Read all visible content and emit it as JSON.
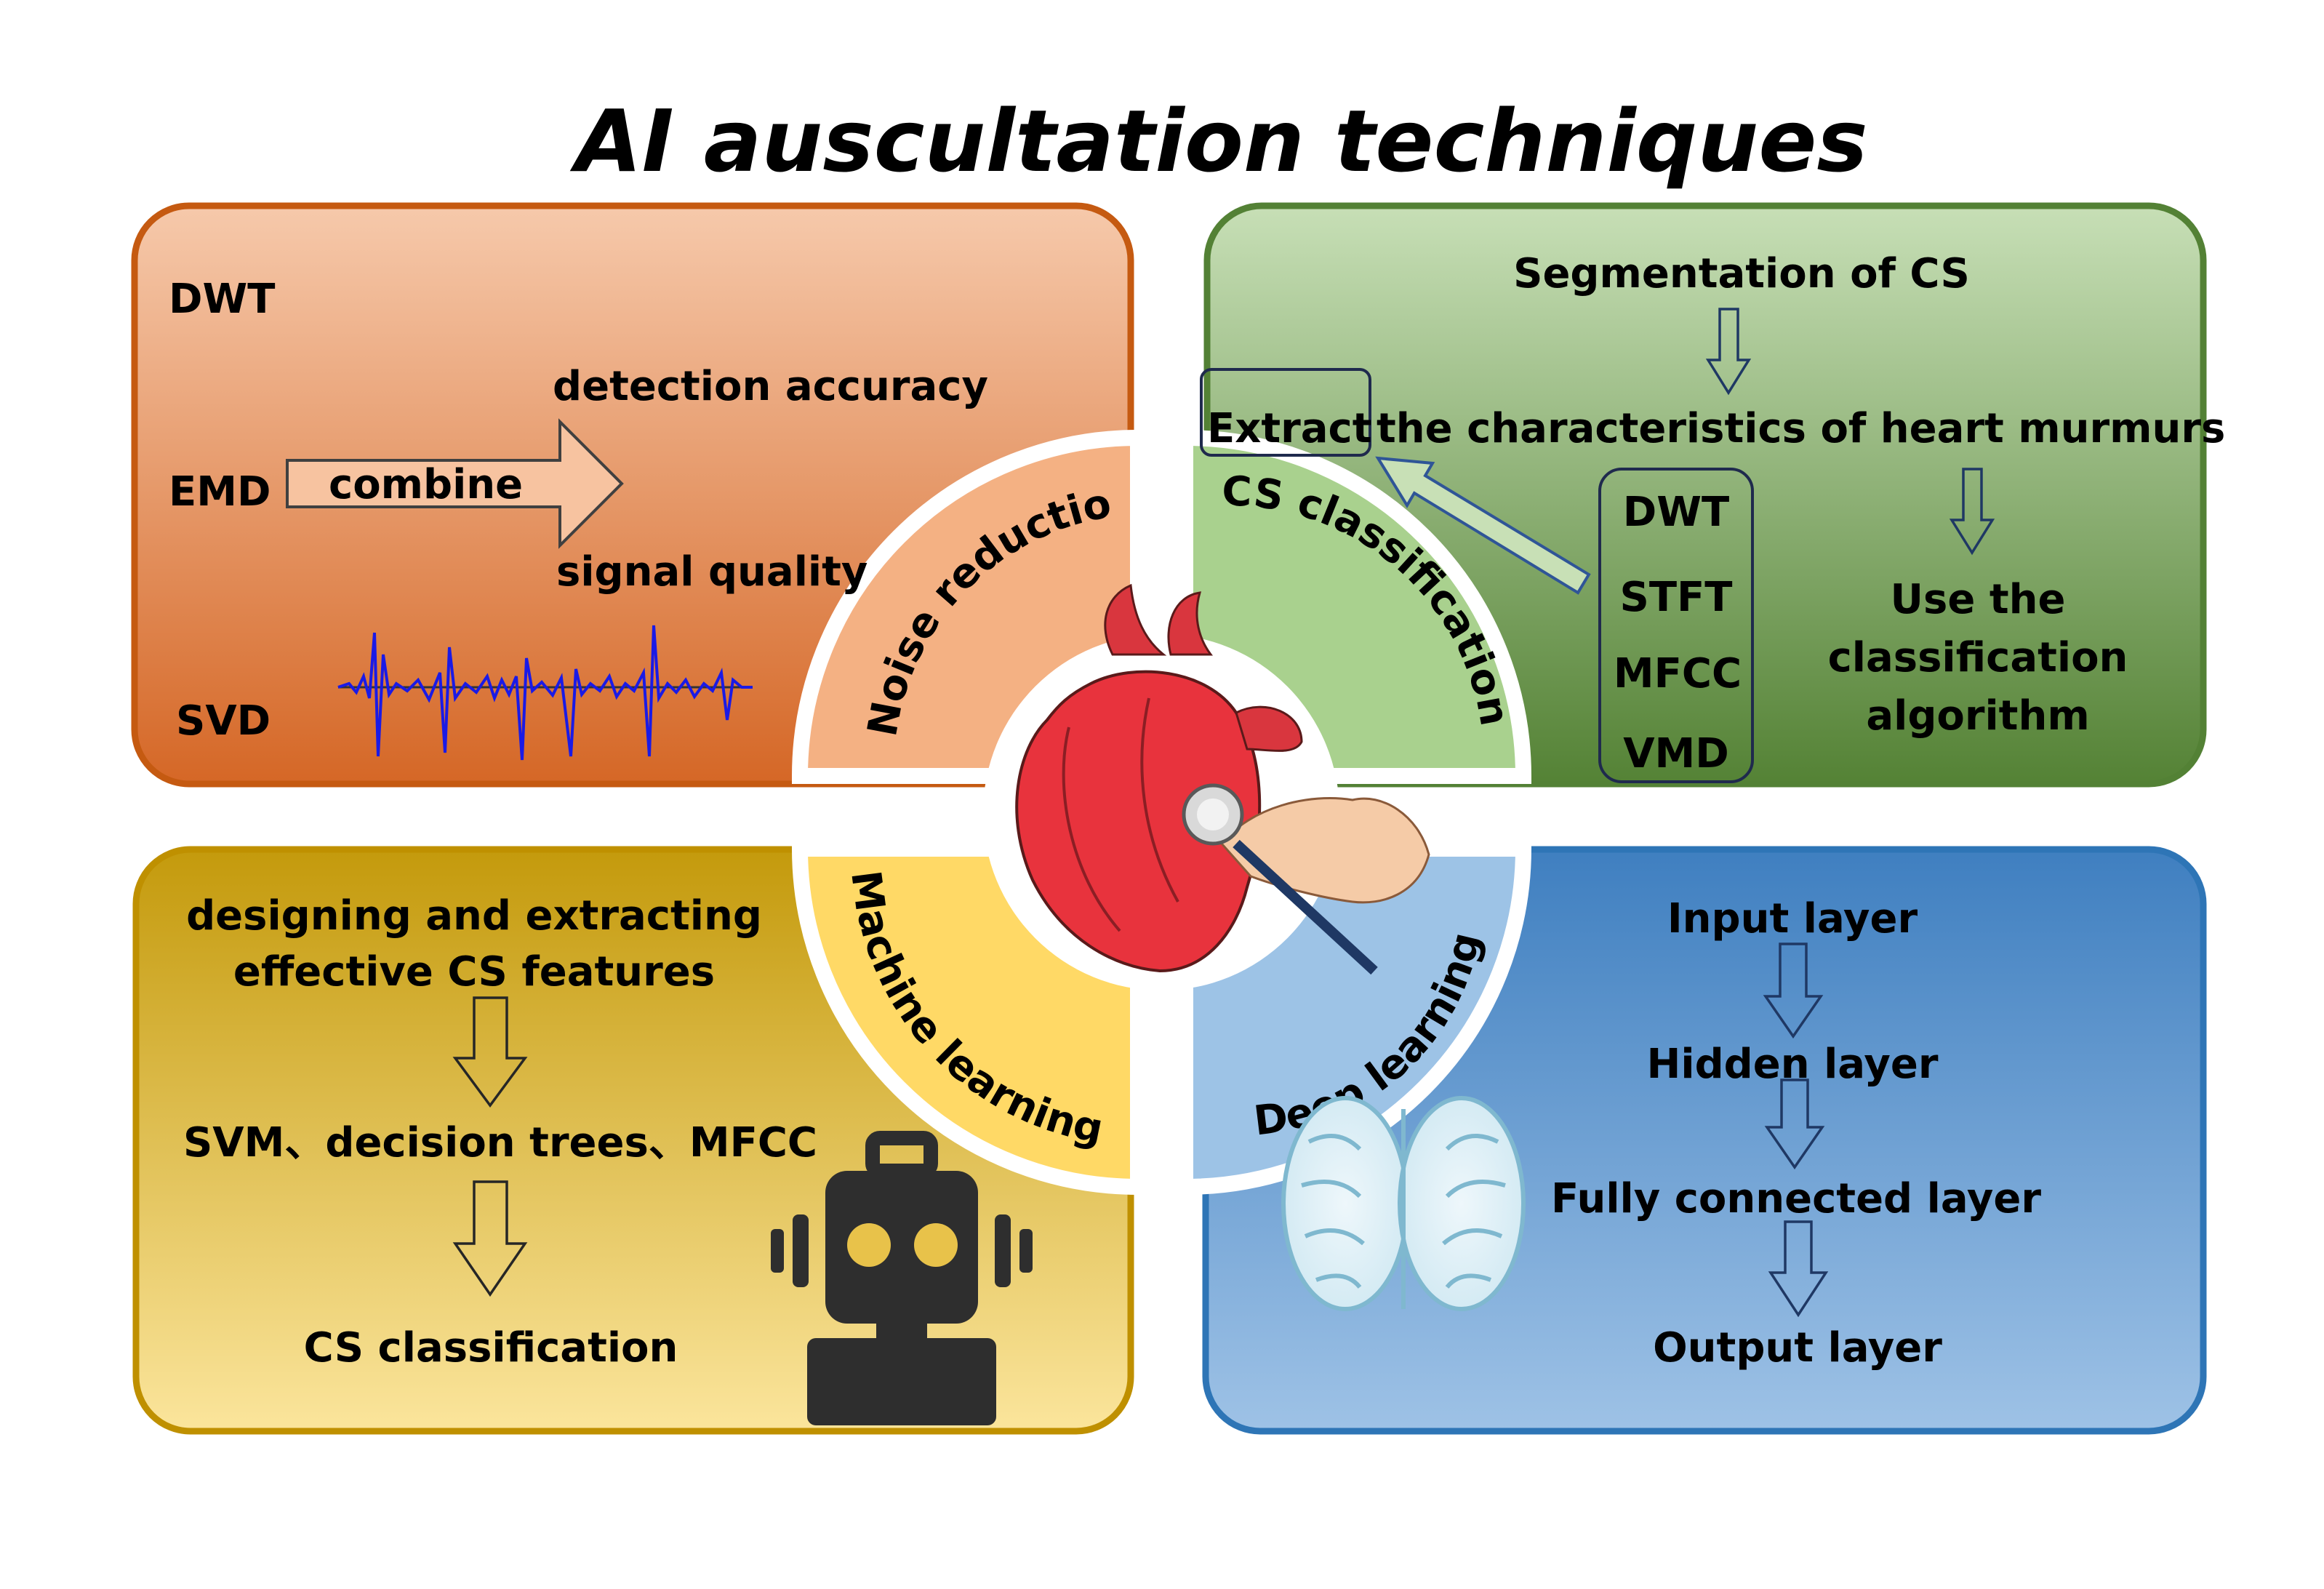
{
  "title": "AI auscultation techniques",
  "quadrants": {
    "noise": {
      "arc_label": "Noise reduction",
      "methods": [
        "DWT",
        "EMD",
        "SVD"
      ],
      "arrow_label": "combine",
      "results": [
        "detection accuracy",
        "signal quality"
      ],
      "colors": {
        "fill_top": "#f6c9ab",
        "fill_bottom": "#d56726",
        "border": "#c55a11",
        "arc": "#f4b183"
      }
    },
    "cs": {
      "arc_label": "CS classification",
      "segmentation": "Segmentation of CS",
      "extract_highlight": "Extract",
      "extract_rest": "the characteristics of heart murmurs",
      "features": [
        "DWT",
        "STFT",
        "MFCC",
        "VMD"
      ],
      "algorithm_lines": [
        "Use the",
        "classification",
        "algorithm"
      ],
      "colors": {
        "fill_top": "#c7dfb6",
        "fill_bottom": "#548235",
        "border": "#538135",
        "arc": "#a9d18e"
      }
    },
    "ml": {
      "arc_label": "Machine learning",
      "design_lines": [
        "designing and extracting",
        "effective CS features"
      ],
      "methods": "SVM、decision trees、MFCC",
      "result": "CS classification",
      "colors": {
        "fill_top": "#c49a0c",
        "fill_bottom": "#fbe59c",
        "border": "#bf9000",
        "arc": "#ffd966"
      }
    },
    "dl": {
      "arc_label": "Deep learning",
      "layers": [
        "Input layer",
        "Hidden layer",
        "Fully connected layer",
        "Output layer"
      ],
      "colors": {
        "fill_top": "#3f7fc0",
        "fill_bottom": "#9ec2e6",
        "border": "#2e75b6",
        "arc": "#9dc3e6"
      }
    }
  },
  "icons": [
    "heart-icon",
    "stethoscope-hand-icon",
    "waveform-icon",
    "robot-icon",
    "brain-icon"
  ]
}
